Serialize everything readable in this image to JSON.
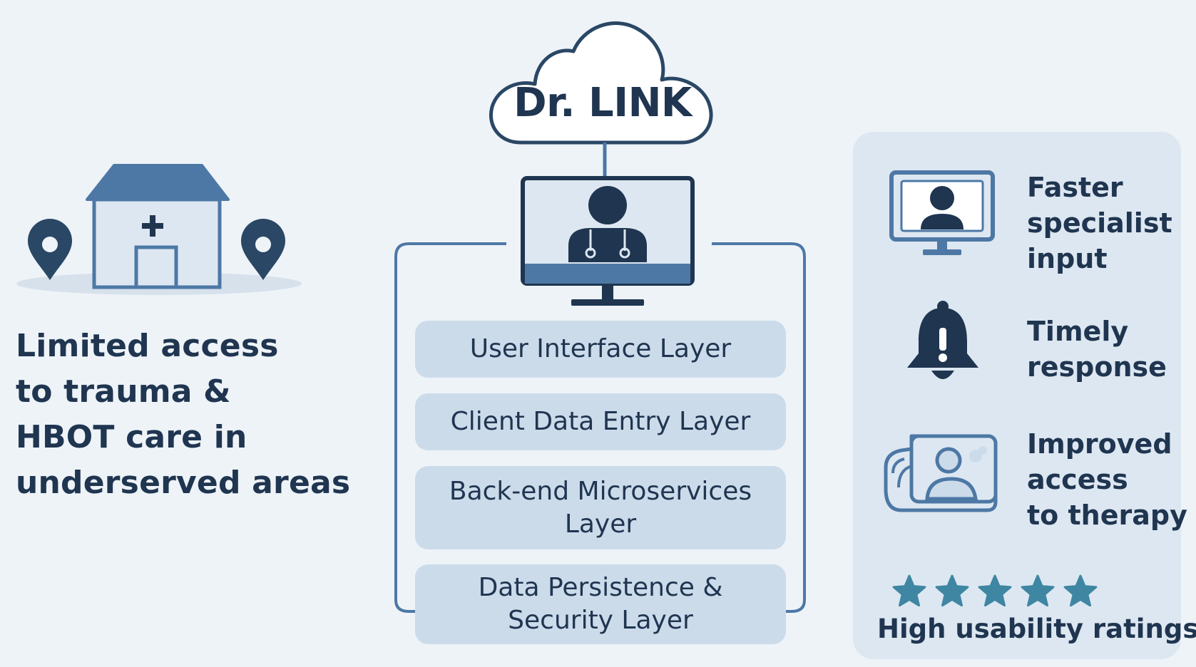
{
  "problem": {
    "text": "Limited access\nto trauma &\nHBOT care in\nunderserved areas"
  },
  "platform": {
    "name": "Dr. LINK",
    "layers": [
      {
        "label": "User Interface Layer"
      },
      {
        "label": "Client Data Entry Layer"
      },
      {
        "label": "Back-end Microservices\nLayer"
      },
      {
        "label": "Data Persistence &\nSecurity Layer"
      }
    ]
  },
  "benefits": [
    {
      "label": "Faster\nspecialist\ninput",
      "icon": "video-consult-monitor-icon"
    },
    {
      "label": "Timely\nresponse",
      "icon": "alert-bell-icon"
    },
    {
      "label": "Improved\naccess\nto therapy",
      "icon": "hyperbaric-chamber-icon"
    }
  ],
  "rating": {
    "label": "High usability ratings",
    "stars": 5
  },
  "colors": {
    "dark_navy": "#1f3550",
    "steel_blue": "#4d78a5",
    "light_blue": "#ccdbea",
    "panel_blue": "#dde7f1",
    "background": "#eef3f8",
    "star_teal": "#3f86a3"
  }
}
